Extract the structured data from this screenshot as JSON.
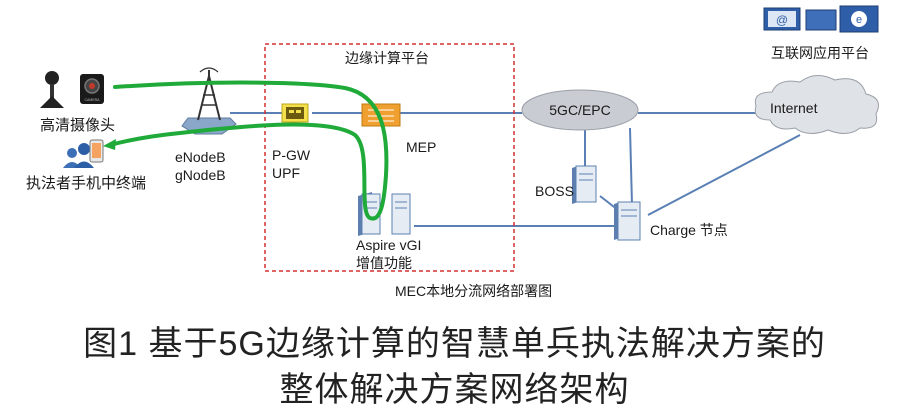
{
  "diagram": {
    "region_title": "边缘计算平台",
    "region_subtitle": "MEC本地分流网络部署图",
    "internet_platform": "互联网应用平台",
    "camera_label": "高清摄像头",
    "phone_label": "执法者手机中终端",
    "enodeb_label_1": "eNodeB",
    "enodeb_label_2": "gNodeB",
    "pgw_label_1": "P-GW",
    "pgw_label_2": "UPF",
    "mep_label": "MEP",
    "aspire_label_1": "Aspire vGI",
    "aspire_label_2": "增值功能",
    "core_label": "5GC/EPC",
    "internet_label": "Internet",
    "boss_label": "BOSS",
    "charge_label": "Charge 节点",
    "camera_screen_text": "CAMERA"
  },
  "caption": {
    "line1": "图1  基于5G边缘计算的智慧单兵执法解决方案的",
    "line2": "整体解决方案网络架构"
  },
  "colors": {
    "link_blue": "#5a7fb5",
    "flow_green": "#1faa3a",
    "region_border": "#d23030",
    "mep_orange": "#f0a030",
    "pgw_yellow": "#f4e04a",
    "server_blue": "#5c7fb0"
  }
}
